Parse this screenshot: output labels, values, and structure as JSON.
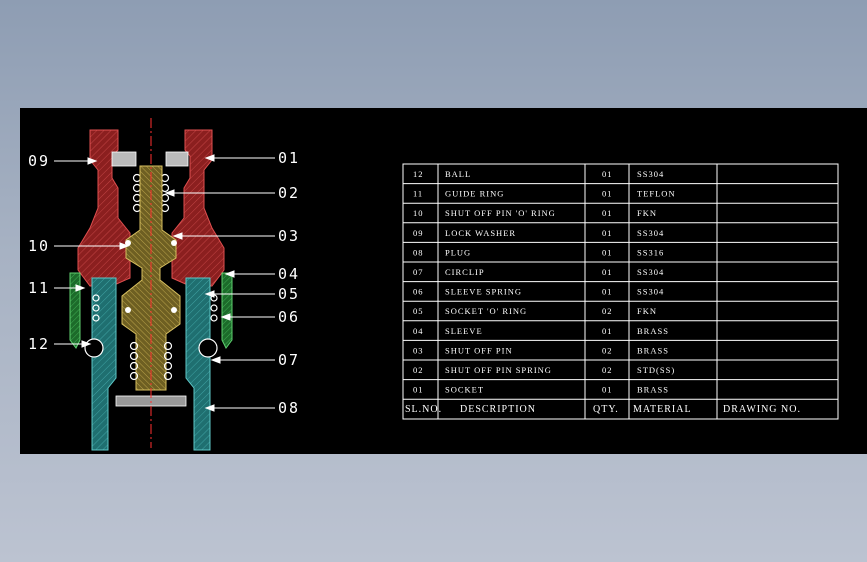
{
  "colors": {
    "background_top": "#8e9db3",
    "background_bottom": "#bcc3d1",
    "viewport": "#000000",
    "body_red": "#8b1f1f",
    "sleeve_green": "#1c6b2a",
    "socket_teal": "#1f6f70",
    "plug_yellow": "#7a6a2a",
    "centerline": "#ff3030",
    "lines": "#ffffff"
  },
  "callouts": [
    {
      "num": "01",
      "side": "right"
    },
    {
      "num": "02",
      "side": "right"
    },
    {
      "num": "03",
      "side": "right"
    },
    {
      "num": "04",
      "side": "right"
    },
    {
      "num": "05",
      "side": "right"
    },
    {
      "num": "06",
      "side": "right"
    },
    {
      "num": "07",
      "side": "right"
    },
    {
      "num": "08",
      "side": "right"
    },
    {
      "num": "09",
      "side": "left"
    },
    {
      "num": "10",
      "side": "left"
    },
    {
      "num": "11",
      "side": "left"
    },
    {
      "num": "12",
      "side": "left"
    }
  ],
  "parts_table": {
    "rows": [
      {
        "sl": "12",
        "description": "BALL",
        "qty": "01",
        "material": "SS304",
        "drawing": ""
      },
      {
        "sl": "11",
        "description": "GUIDE RING",
        "qty": "01",
        "material": "TEFLON",
        "drawing": ""
      },
      {
        "sl": "10",
        "description": "SHUT OFF PIN 'O' RING",
        "qty": "01",
        "material": "FKN",
        "drawing": ""
      },
      {
        "sl": "09",
        "description": "LOCK WASHER",
        "qty": "01",
        "material": "SS304",
        "drawing": ""
      },
      {
        "sl": "08",
        "description": "PLUG",
        "qty": "01",
        "material": "SS316",
        "drawing": ""
      },
      {
        "sl": "07",
        "description": "CIRCLIP",
        "qty": "01",
        "material": "SS304",
        "drawing": ""
      },
      {
        "sl": "06",
        "description": "SLEEVE SPRING",
        "qty": "01",
        "material": "SS304",
        "drawing": ""
      },
      {
        "sl": "05",
        "description": "SOCKET 'O' RING",
        "qty": "02",
        "material": "FKN",
        "drawing": ""
      },
      {
        "sl": "04",
        "description": "SLEEVE",
        "qty": "01",
        "material": "BRASS",
        "drawing": ""
      },
      {
        "sl": "03",
        "description": "SHUT OFF PIN",
        "qty": "02",
        "material": "BRASS",
        "drawing": ""
      },
      {
        "sl": "02",
        "description": "SHUT OFF PIN SPRING",
        "qty": "02",
        "material": "STD(SS)",
        "drawing": ""
      },
      {
        "sl": "01",
        "description": "SOCKET",
        "qty": "01",
        "material": "BRASS",
        "drawing": ""
      }
    ],
    "headers": {
      "sl": "SL.NO.",
      "description": "DESCRIPTION",
      "qty": "QTY.",
      "material": "MATERIAL",
      "drawing": "DRAWING NO."
    }
  }
}
